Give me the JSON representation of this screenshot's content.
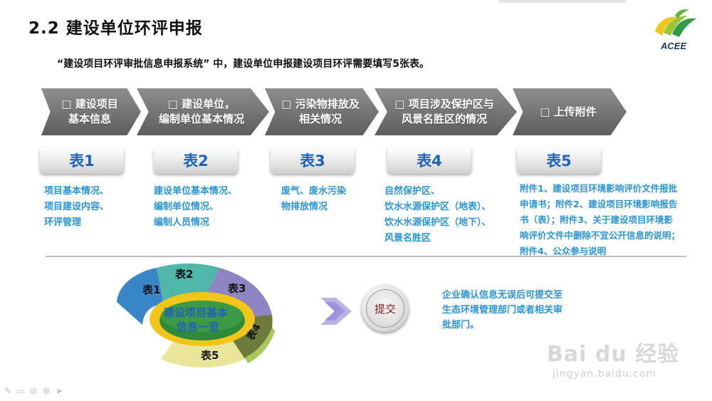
{
  "header": {
    "title": "2.2  建设单位环评申报",
    "logo_text": "ACEE",
    "subtitle": "“建设项目环评审批信息申报系统” 中，建设单位申报建设项目环评需要填写5张表。"
  },
  "steps": [
    {
      "line1": "□ 建设项目",
      "line2": "基本信息"
    },
    {
      "line1": "□ 建设单位，",
      "line2": "编制单位基本情况"
    },
    {
      "line1": "□ 污染物排放及",
      "line2": "相关情况"
    },
    {
      "line1": "□ 项目涉及保护区与",
      "line2": "风景名胜区的情况"
    },
    {
      "line1": "□ 上传附件",
      "line2": ""
    }
  ],
  "tables": [
    "表1",
    "表2",
    "表3",
    "表4",
    "表5"
  ],
  "descriptions": [
    [
      "项目基本情况、",
      "项目建设内容、",
      "环评管理"
    ],
    [
      "建设单位基本情况、",
      "编制单位情况、",
      "编制人员情况"
    ],
    [
      "废气、废水污染",
      "物排放情况"
    ],
    [
      "自然保护区、",
      "饮水水源保护区（地表）、",
      "饮水水源保护区（地下）、",
      "风景名胜区"
    ],
    [
      "附件1、建设项目环境影响评价文件报批",
      "申请书；附件2、建设项目环境影响报告",
      "书（表）；附件3、关于建设项目环境影",
      "响评价文件中删除不宜公开信息的说明；",
      "附件4、公众参与说明"
    ]
  ],
  "diagram": {
    "center_line1": "建设项目基本",
    "center_line2": "信息一览",
    "segments": [
      "表1",
      "表2",
      "表3",
      "表4",
      "表5"
    ],
    "colors": {
      "s1": "#3a86c8",
      "s2": "#4fb6a8",
      "s3": "#8e84c2",
      "s4": "#a7c85a",
      "s5": "#e9e59a",
      "ring": "#f2c51a",
      "core": "#2e8b3a"
    }
  },
  "submit": {
    "button_label": "提交",
    "note_lines": [
      "企业确认信息无误后可提交至",
      "生态环境管理部门或者相关审",
      "批部门。"
    ]
  },
  "watermark": {
    "brand": "Bai du 经验",
    "url": "jingyan.baidu.com"
  },
  "toolbar_icons": [
    "pen-icon",
    "slide-icon",
    "highlighter-icon",
    "zoom-icon",
    "pointer-icon"
  ]
}
